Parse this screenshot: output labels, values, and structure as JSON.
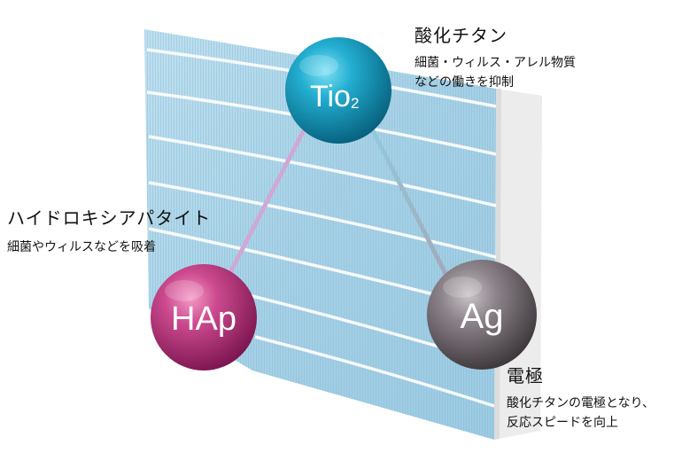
{
  "nodes": {
    "tio2": {
      "symbol_main": "Tio",
      "symbol_sub": "2",
      "title": "酸化チタン",
      "desc_line1": "細菌・ウィルス・アレル物質",
      "desc_line2": "などの働きを抑制",
      "color": "#0f8fb3"
    },
    "hap": {
      "symbol": "HAp",
      "title": "ハイドロキシアパタイト",
      "desc_line1": "細菌やウィルスなどを吸着",
      "color": "#b8327a"
    },
    "ag": {
      "symbol": "Ag",
      "title": "電極",
      "desc_line1": "酸化チタンの電極となり、",
      "desc_line2": "反応スピードを向上",
      "color": "#6f6770"
    }
  },
  "colors": {
    "filter_blue": "#a9d3e8",
    "filter_stripe": "#ffffff",
    "frame": "#f2f2f2"
  }
}
